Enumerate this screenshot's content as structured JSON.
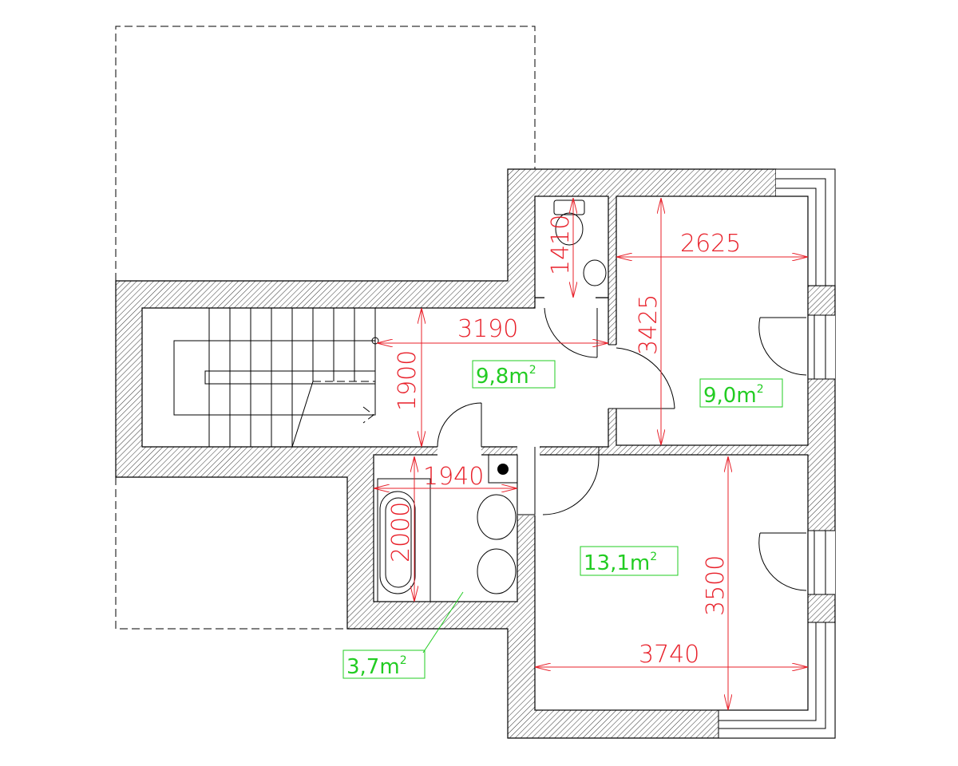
{
  "dimensions": {
    "hall_width": "3190",
    "hall_depth": "1900",
    "wc_length": "1410",
    "bedroom1_width": "2625",
    "bedroom1_length": "3425",
    "bath_width": "1940",
    "bath_length": "2000",
    "bedroom2_length": "3500",
    "bedroom2_width": "3740"
  },
  "areas": {
    "hall": {
      "value": "9,8",
      "unit": "m",
      "exp": "2"
    },
    "bedroom1": {
      "value": "9,0",
      "unit": "m",
      "exp": "2"
    },
    "bedroom2": {
      "value": "13,1",
      "unit": "m",
      "exp": "2"
    },
    "bathroom": {
      "value": "3,7",
      "unit": "m",
      "exp": "2"
    }
  },
  "colors": {
    "dimension": "#e8202a",
    "area": "#22cc22",
    "lines": "#000000"
  }
}
